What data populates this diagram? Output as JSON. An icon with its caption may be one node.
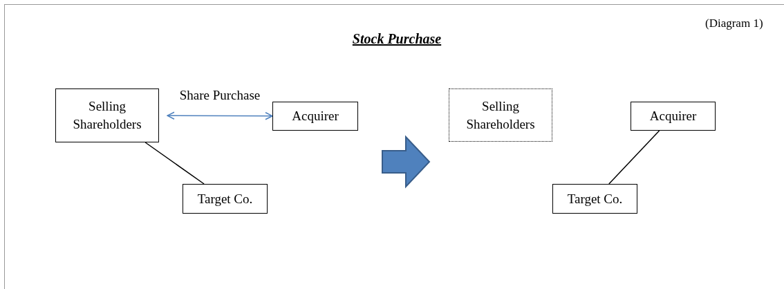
{
  "diagram": {
    "title": "Stock Purchase",
    "nodes": [
      {
        "text": [
          "Selling Shareholders"
        ]
      },
      {
        "text": [
          "Acquirer"
        ]
      },
      {
        "text": [
          "Target Co."
        ]
      },
      {
        "text": [
          "Selling Shareholders"
        ]
      },
      {
        "text": [
          "Acquirer"
        ]
      },
      {
        "text": [
          "Target Co."
        ]
      }
    ],
    "edges": [
      {
        "from": 0,
        "to": 1,
        "arrow": "both",
        "label": "Share Purchase",
        "color": "#4f81bd"
      },
      {
        "from": 0,
        "to": 2,
        "arrow": "none"
      },
      {
        "from": 4,
        "to": 5,
        "arrow": "none"
      }
    ],
    "labels": [
      "(Diagram 1)"
    ]
  }
}
